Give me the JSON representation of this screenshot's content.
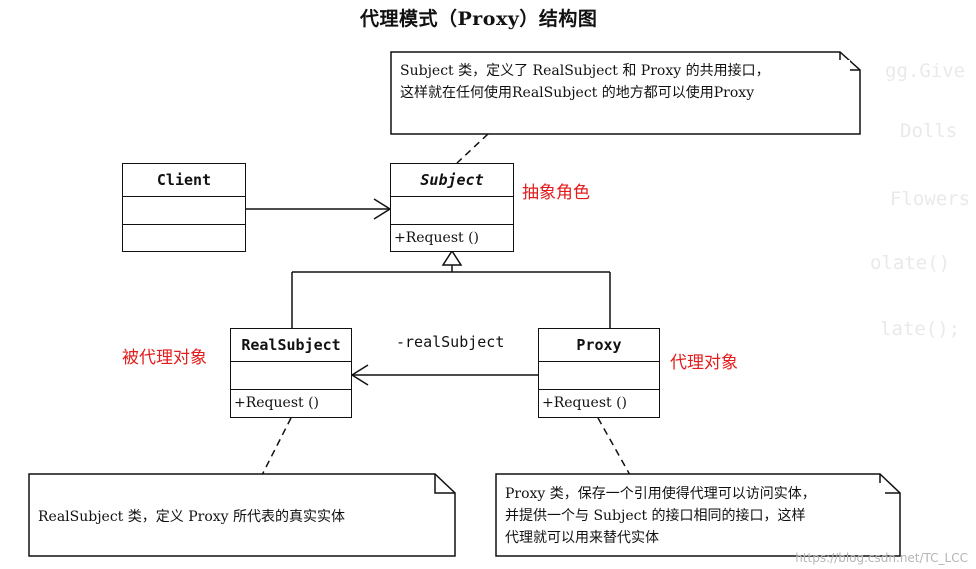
{
  "title": "代理模式（Proxy）结构图",
  "subject": {
    "name": "Subject",
    "op": "+Request ()"
  },
  "client": {
    "name": "Client"
  },
  "real_subject": {
    "name": "RealSubject",
    "op": "+Request ()"
  },
  "proxy": {
    "name": "Proxy",
    "op": "+Request ()"
  },
  "association_label": "-realSubject",
  "role_labels": {
    "abstract": "抽象角色",
    "proxied": "被代理对象",
    "proxy": "代理对象"
  },
  "notes": {
    "subject": {
      "line1": "Subject 类，定义了 RealSubject 和 Proxy 的共用接口，",
      "line2": "这样就在任何使用RealSubject 的地方都可以使用Proxy"
    },
    "real_subject": {
      "line1": "RealSubject 类，定义 Proxy 所代表的真实实体"
    },
    "proxy": {
      "line1": "Proxy 类，保存一个引用使得代理可以访问实体，",
      "line2": "并提供一个与 Subject 的接口相同的接口，这样",
      "line3": "代理就可以用来替代实体"
    }
  },
  "watermark": "https://blog.csdn.net/TC_LCC"
}
